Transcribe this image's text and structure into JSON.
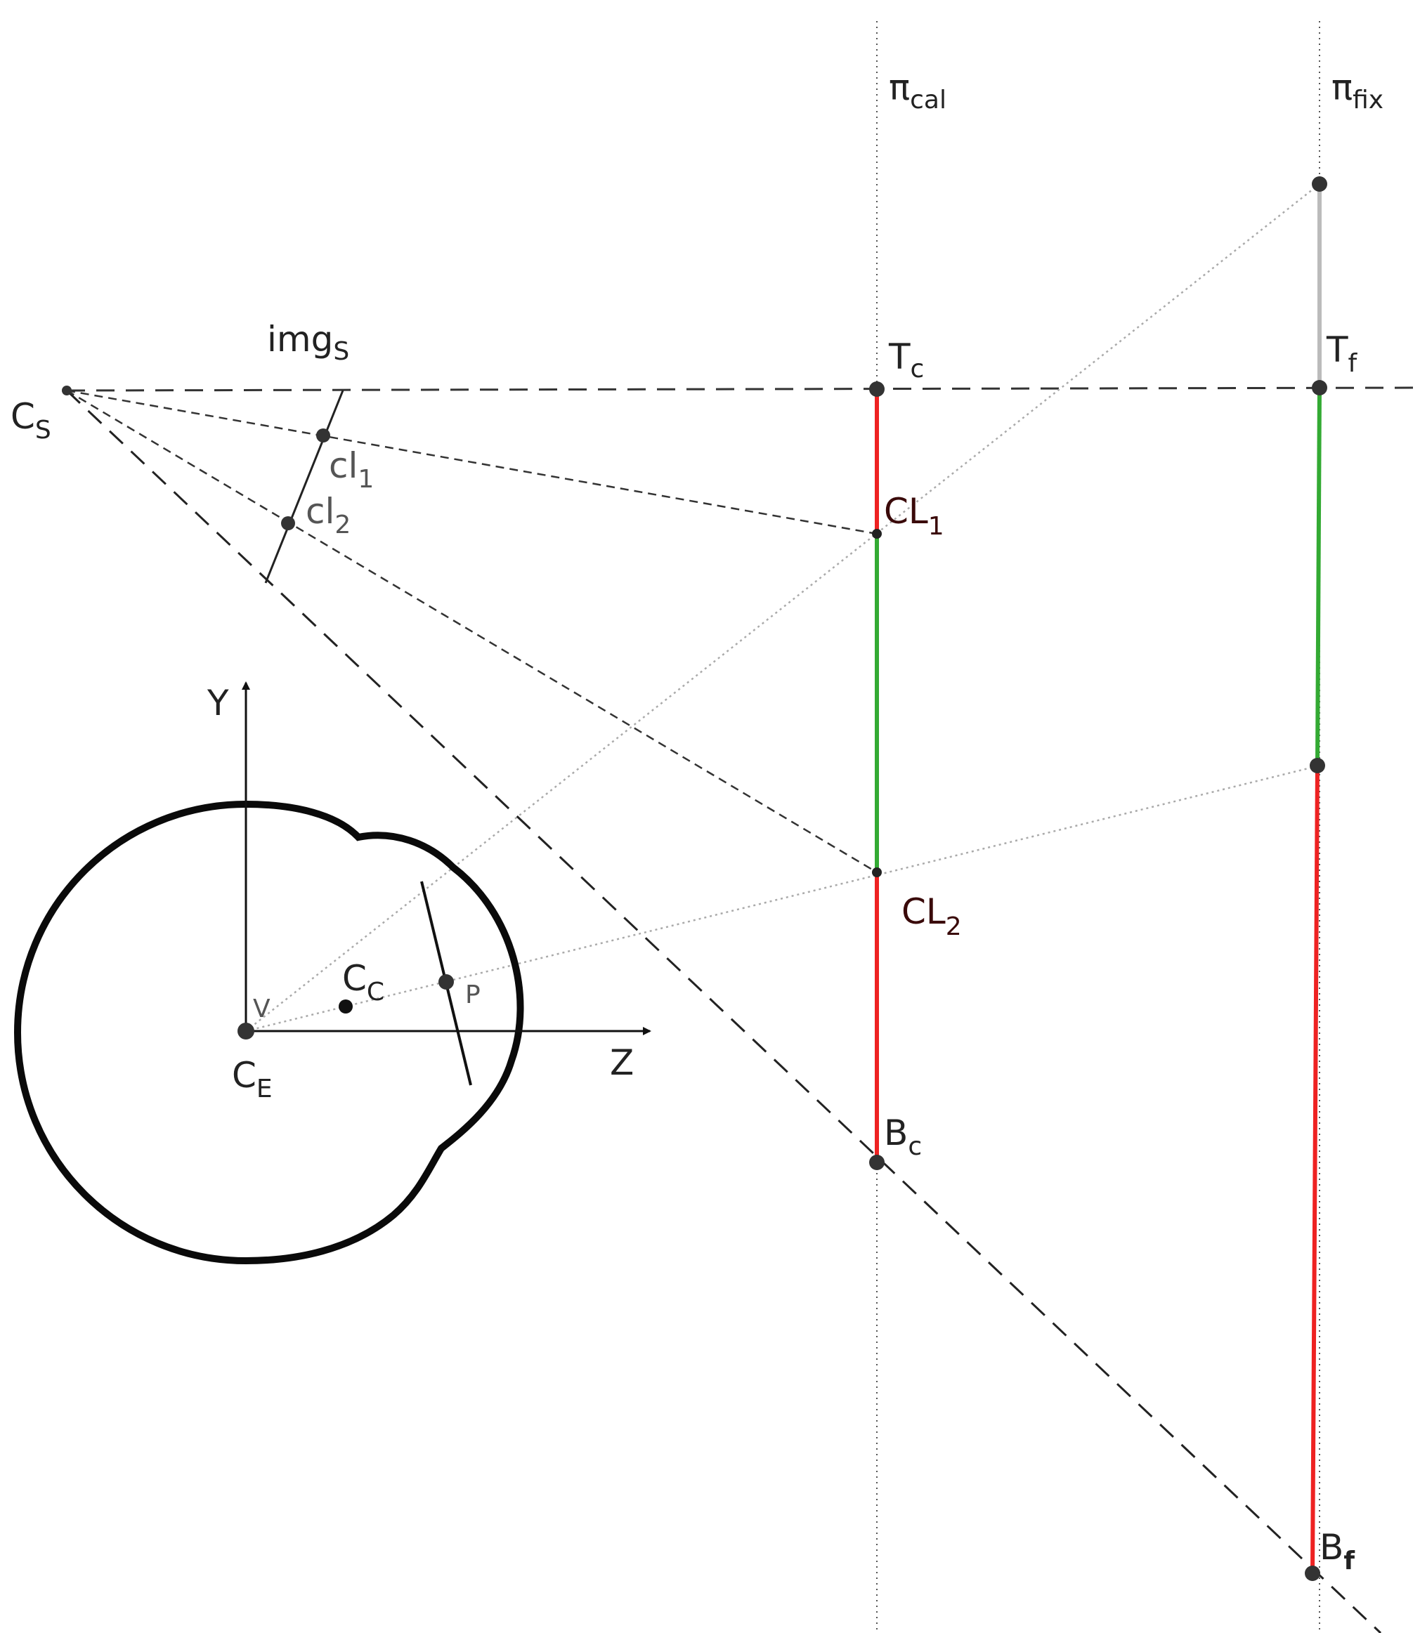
{
  "colors": {
    "segment_red": "#ee2222",
    "segment_green": "#33aa33",
    "segment_gray": "#bbbbbb",
    "label_dark": "#222222",
    "label_gray": "#555555",
    "label_maroon": "#3a0a0a"
  },
  "labels": {
    "pi_cal": {
      "main": "π",
      "sub": "cal"
    },
    "pi_fix": {
      "main": "π",
      "sub": "fix"
    },
    "img_s": {
      "main": "img",
      "sub": "S"
    },
    "c_s": {
      "main": "C",
      "sub": "S"
    },
    "cl_1": {
      "main": "cl",
      "sub": "1"
    },
    "cl_2": {
      "main": "cl",
      "sub": "2"
    },
    "t_c": {
      "main": "T",
      "sub": "c"
    },
    "t_f": {
      "main": "T",
      "sub": "f"
    },
    "CL_1": {
      "main": "CL",
      "sub": "1"
    },
    "CL_2": {
      "main": "CL",
      "sub": "2"
    },
    "b_c": {
      "main": "B",
      "sub": "c"
    },
    "b_f": {
      "main": "B",
      "sub": "f"
    },
    "y_axis": "Y",
    "z_axis": "Z",
    "v": "V",
    "p": "P",
    "c_c": {
      "main": "C",
      "sub": "C"
    },
    "c_e": {
      "main": "C",
      "sub": "E"
    }
  }
}
